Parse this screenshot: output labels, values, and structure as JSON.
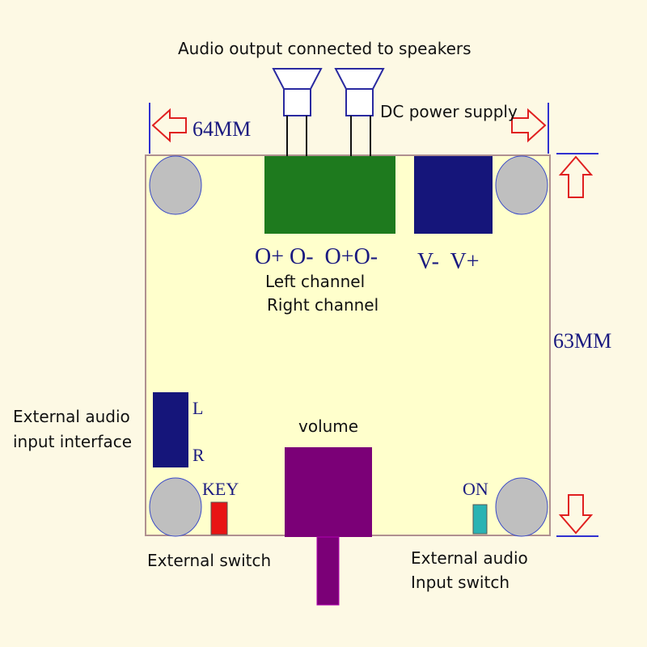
{
  "labels": {
    "audio_output": "Audio output connected to speakers",
    "dc_power": "DC power supply",
    "width_dim": "64MM",
    "height_dim": "63MM",
    "output_terminals": "O+ O-  O+O-",
    "power_terminals": "V-  V+",
    "left_channel": "Left channel",
    "right_channel": "Right channel",
    "ext_audio_line1": "External audio",
    "ext_audio_line2": "input interface",
    "input_L": "L",
    "input_R": "R",
    "volume": "volume",
    "key": "KEY",
    "on": "ON",
    "ext_switch": "External switch",
    "ext_input_switch_line1": "External audio",
    "ext_input_switch_line2": "Input switch"
  },
  "colors": {
    "background": "#fdf9e4",
    "board": "#ffffcc",
    "board_border": "#b09090",
    "hole_fill": "#bfbfbf",
    "hole_stroke": "#3a4ac8",
    "speaker_terminal": "#1e7a1e",
    "power_terminal": "#15157a",
    "audio_input": "#15157a",
    "volume_knob": "#7b0077",
    "key_switch": "#e81414",
    "on_switch": "#29b3b3",
    "dimension_red": "#e02020",
    "dimension_blue": "#3030d0",
    "label_text": "#111111",
    "silkscreen_text": "#1a1a80"
  }
}
